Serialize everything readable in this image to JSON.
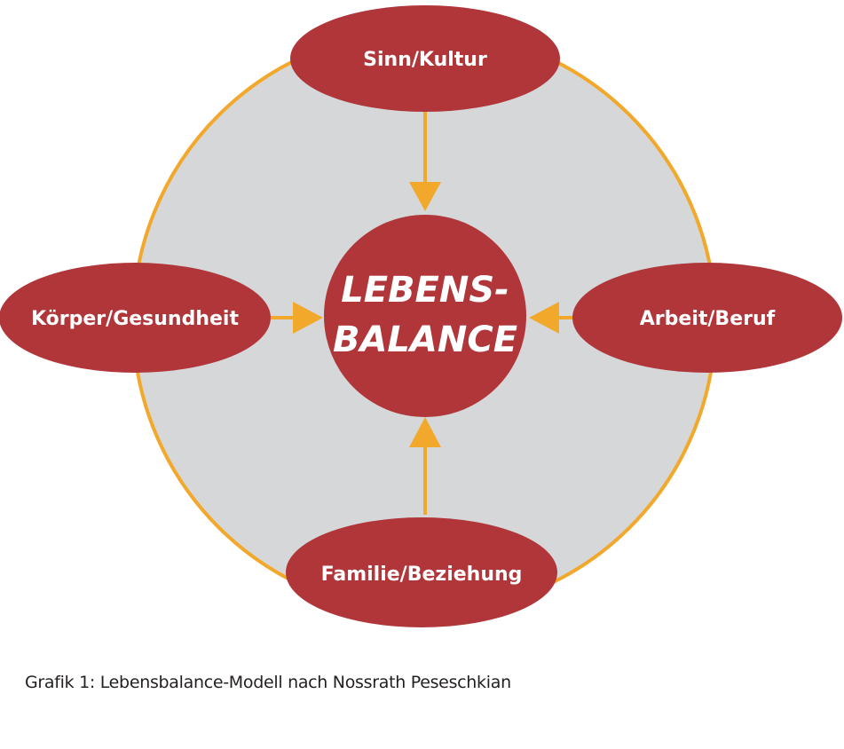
{
  "colors": {
    "node_fill": "#b0363a",
    "ring_stroke": "#f2a82b",
    "arrow": "#f2a82b",
    "background_disc": "#d6d7d9",
    "label_text": "#ffffff",
    "caption_text": "#231f20"
  },
  "center": {
    "line1": "LEBENS-",
    "line2": "BALANCE"
  },
  "nodes": {
    "top": "Sinn/Kultur",
    "left": "Körper/Gesundheit",
    "right": "Arbeit/Beruf",
    "bottom": "Familie/Beziehung"
  },
  "caption": "Grafik 1:  Lebensbalance-Modell nach Nossrath Peseschkian"
}
